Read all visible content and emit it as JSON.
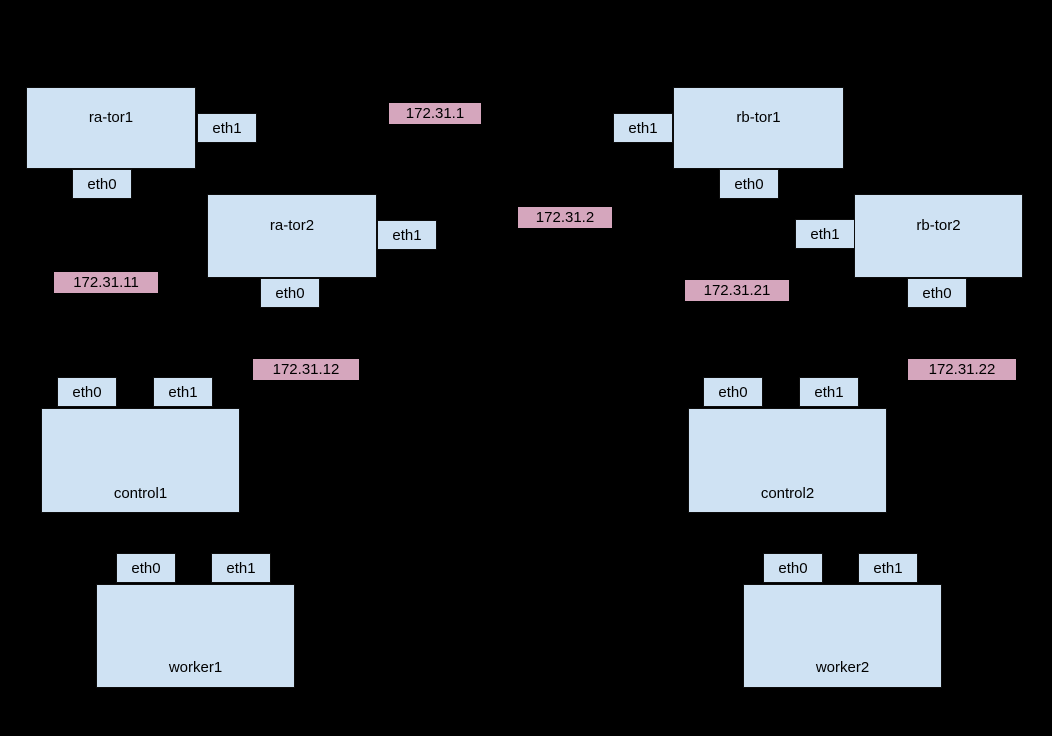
{
  "diagram": {
    "type": "network-topology",
    "colors": {
      "background": "#000000",
      "node_fill": "#cfe2f3",
      "node_border": "#000000",
      "ip_label_fill": "#d5a6bd",
      "text": "#000000"
    },
    "nodes": [
      {
        "id": "ra-tor1",
        "label": "ra-tor1",
        "ports": [
          {
            "label": "eth1"
          },
          {
            "label": "eth0"
          }
        ]
      },
      {
        "id": "ra-tor2",
        "label": "ra-tor2",
        "ports": [
          {
            "label": "eth1"
          },
          {
            "label": "eth0"
          }
        ]
      },
      {
        "id": "rb-tor1",
        "label": "rb-tor1",
        "ports": [
          {
            "label": "eth1"
          },
          {
            "label": "eth0"
          }
        ]
      },
      {
        "id": "rb-tor2",
        "label": "rb-tor2",
        "ports": [
          {
            "label": "eth1"
          },
          {
            "label": "eth0"
          }
        ]
      },
      {
        "id": "control1",
        "label": "control1",
        "ports": [
          {
            "label": "eth0"
          },
          {
            "label": "eth1"
          }
        ]
      },
      {
        "id": "control2",
        "label": "control2",
        "ports": [
          {
            "label": "eth0"
          },
          {
            "label": "eth1"
          }
        ]
      },
      {
        "id": "worker1",
        "label": "worker1",
        "ports": [
          {
            "label": "eth0"
          },
          {
            "label": "eth1"
          }
        ]
      },
      {
        "id": "worker2",
        "label": "worker2",
        "ports": [
          {
            "label": "eth0"
          },
          {
            "label": "eth1"
          }
        ]
      }
    ],
    "ip_labels": [
      {
        "text": "172.31.1"
      },
      {
        "text": "172.31.2"
      },
      {
        "text": "172.31.11"
      },
      {
        "text": "172.31.12"
      },
      {
        "text": "172.31.21"
      },
      {
        "text": "172.31.22"
      }
    ]
  }
}
